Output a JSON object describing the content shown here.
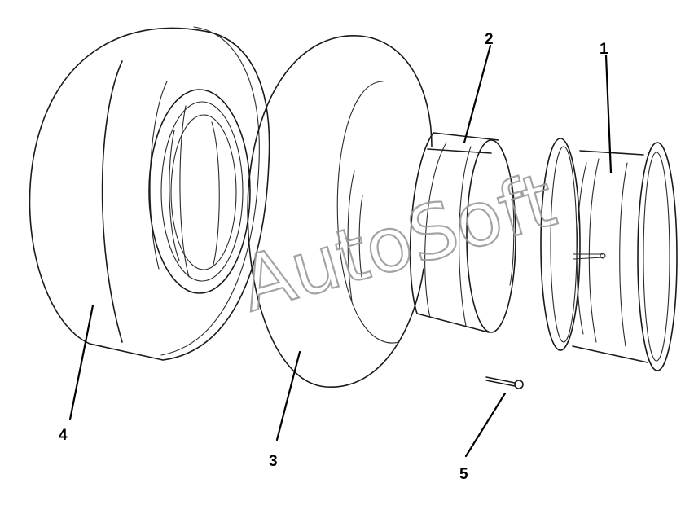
{
  "diagram": {
    "parts": [
      {
        "number": "1",
        "part": "wheel-rim"
      },
      {
        "number": "2",
        "part": "rim-flap-ring"
      },
      {
        "number": "3",
        "part": "inner-tube"
      },
      {
        "number": "4",
        "part": "tire"
      },
      {
        "number": "5",
        "part": "valve"
      }
    ],
    "watermark": "AutoSoft"
  },
  "colors": {
    "line": "#1a1a1a",
    "background": "#ffffff",
    "watermark": "#9a9a9a"
  }
}
